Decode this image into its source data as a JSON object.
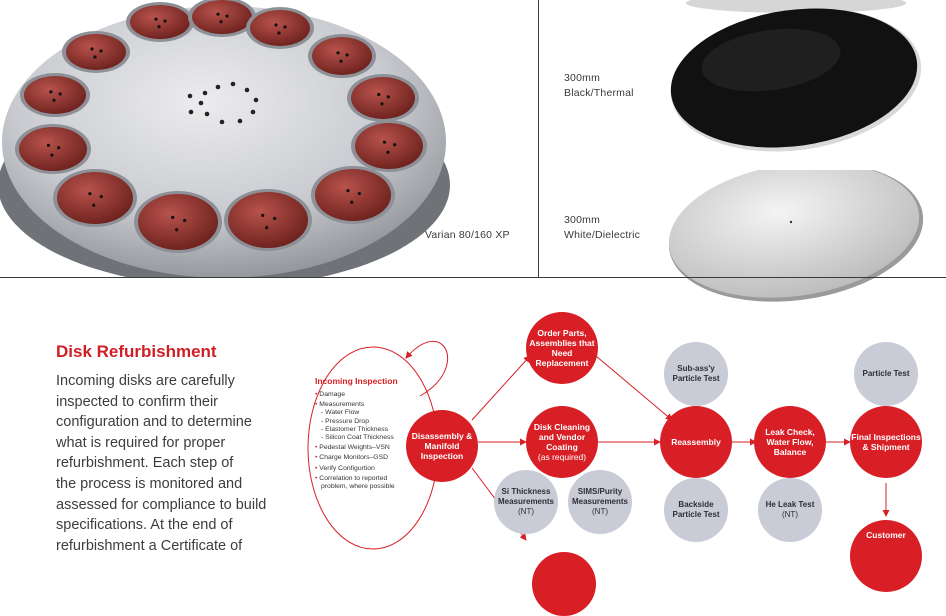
{
  "captions": {
    "varian": "Varian 80/160 XP",
    "black_size": "300mm",
    "black_type": "Black/Thermal",
    "white_size": "300mm",
    "white_type": "White/Dielectric"
  },
  "section": {
    "title": "Disk Refurbishment",
    "body_lines": [
      "Incoming disks are carefully",
      "inspected to confirm their",
      "configuration and to determine",
      "what is required for proper",
      "refurbishment. Each step of",
      "the process is monitored and",
      "assessed for compliance to build",
      "specifications. At the end of",
      "refurbishment a Certificate of"
    ]
  },
  "inspection": {
    "title": "Incoming Inspection",
    "items": [
      {
        "label": "Damage",
        "subs": []
      },
      {
        "label": "Measurements",
        "subs": [
          "- Water Flow",
          "- Pressure Drop",
          "- Elastomer Thickness",
          "- Silicon Coat Thickness"
        ]
      },
      {
        "label": "Pedestal Weights–VSN",
        "subs": []
      },
      {
        "label": "Charge Monitors–GSD",
        "subs": []
      },
      {
        "label": "Verify Configurtion",
        "subs": []
      },
      {
        "label": "Correlation to reported",
        "subs": [
          "problem, where possible"
        ]
      }
    ]
  },
  "flow": {
    "disassembly": "Disassembly & Manifold Inspection",
    "order_parts": "Order Parts, Assemblies that Need Replacement",
    "disk_cleaning": "Disk Cleaning and Vendor Coating",
    "disk_cleaning_note": "(as required)",
    "si_thickness": "Si Thickness Measurements",
    "si_thickness_note": "(NT)",
    "sims": "SIMS/Purity Measurements",
    "sims_note": "(NT)",
    "subassy": "Sub-ass'y Particle Test",
    "reassembly": "Reassembly",
    "backside": "Backside Particle Test",
    "leak_check": "Leak Check, Water Flow, Balance",
    "he_leak": "He Leak Test",
    "he_leak_note": "(NT)",
    "particle_test": "Particle Test",
    "final": "Final Inspections & Shipment",
    "customer": "Customer"
  },
  "colors": {
    "accent": "#d81f26",
    "grey_node": "#c9cbd6"
  }
}
